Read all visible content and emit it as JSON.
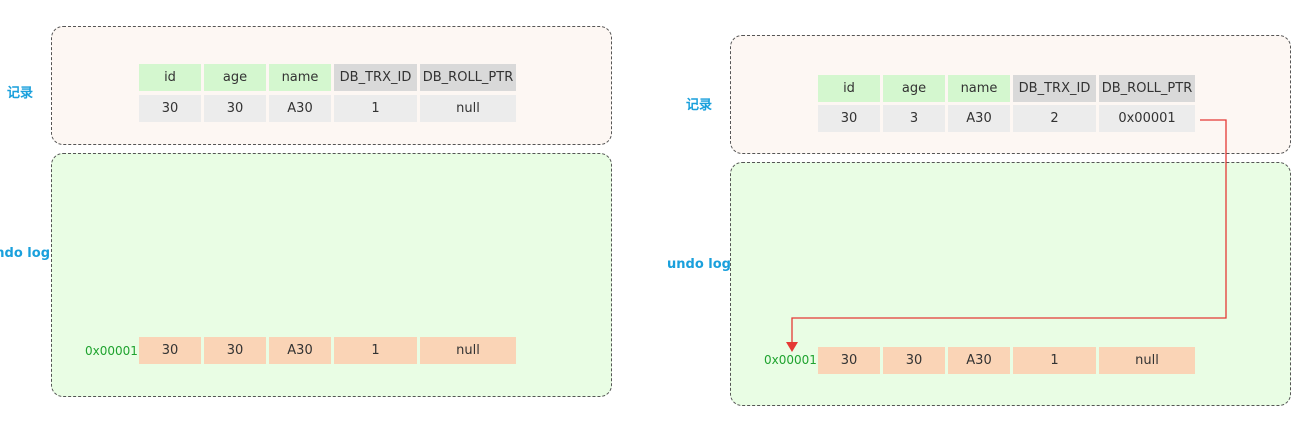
{
  "panels": [
    {
      "record_label": "记录",
      "undo_label": "undo log",
      "headers": [
        "id",
        "age",
        "name",
        "DB_TRX_ID",
        "DB_ROLL_PTR"
      ],
      "record_values": [
        "30",
        "30",
        "A30",
        "1",
        "null"
      ],
      "undo_address": "0x00001",
      "undo_values": [
        "30",
        "30",
        "A30",
        "1",
        "null"
      ],
      "has_pointer_arrow": false
    },
    {
      "record_label": "记录",
      "undo_label": "undo log",
      "headers": [
        "id",
        "age",
        "name",
        "DB_TRX_ID",
        "DB_ROLL_PTR"
      ],
      "record_values": [
        "30",
        "3",
        "A30",
        "2",
        "0x00001"
      ],
      "undo_address": "0x00001",
      "undo_values": [
        "30",
        "30",
        "A30",
        "1",
        "null"
      ],
      "has_pointer_arrow": true
    }
  ],
  "colors": {
    "label": "#1aa0dc",
    "address": "#1fa32f",
    "arrow": "#e53935",
    "header_green": "#d4f7cf",
    "header_grey": "#d9d9d9",
    "undo_cell": "#fad4b6"
  }
}
